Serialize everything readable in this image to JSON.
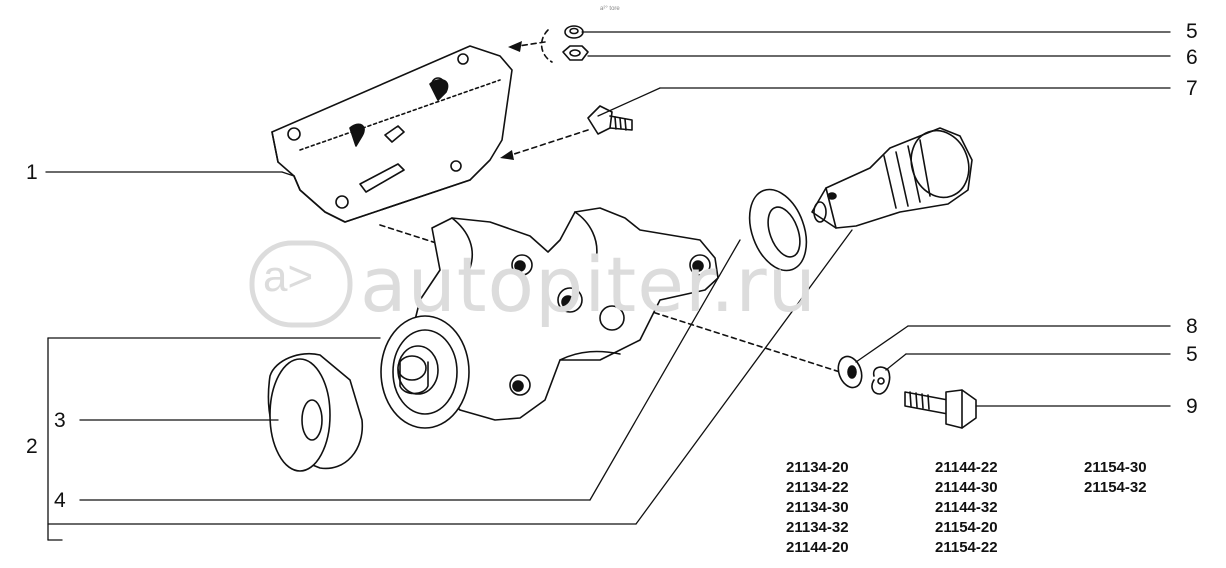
{
  "header_text": "a²° tore",
  "watermark": {
    "text": "autopiter.ru",
    "logo_glyph": "a>"
  },
  "callouts": {
    "c1": "1",
    "c2": "2",
    "c3": "3",
    "c4": "4",
    "c5a": "5",
    "c6": "6",
    "c7": "7",
    "c8": "8",
    "c5b": "5",
    "c9": "9"
  },
  "model_columns": [
    [
      "21134-20",
      "21134-22",
      "21134-30",
      "21134-32",
      "21144-20"
    ],
    [
      "21144-22",
      "21144-30",
      "21144-32",
      "21154-20",
      "21154-22"
    ],
    [
      "21154-30",
      "21154-32"
    ]
  ]
}
